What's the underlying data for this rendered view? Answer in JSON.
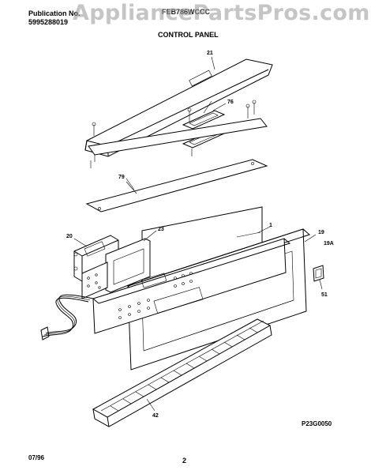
{
  "header": {
    "publication_label": "Publication No.",
    "publication_number": "5995288019",
    "model_code": "FEB786WCCC",
    "section_title": "CONTROL PANEL",
    "watermark": "AppliancePartsPros.com"
  },
  "callouts": {
    "c21": "21",
    "c76": "76",
    "c79": "79",
    "c20": "20",
    "c23": "23",
    "c1": "1",
    "c19": "19",
    "c19a": "19A",
    "c51": "51",
    "c42": "42"
  },
  "footer": {
    "figure_code": "P23G0050",
    "date": "07/96",
    "page_number": "2"
  }
}
